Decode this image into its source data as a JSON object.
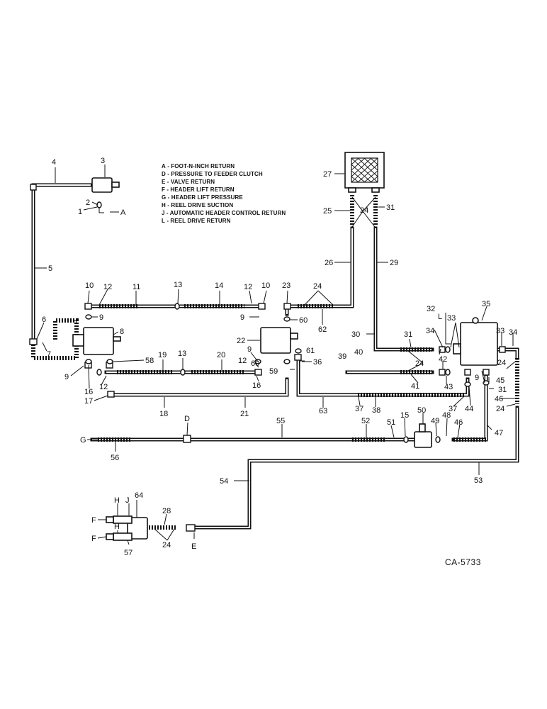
{
  "legend": [
    {
      "key": "A",
      "text": "FOOT-N-INCH RETURN"
    },
    {
      "key": "D",
      "text": "PRESSURE TO FEEDER CLUTCH"
    },
    {
      "key": "E",
      "text": "VALVE RETURN"
    },
    {
      "key": "F",
      "text": "HEADER LIFT RETURN"
    },
    {
      "key": "G",
      "text": "HEADER LIFT PRESSURE"
    },
    {
      "key": "H",
      "text": "REEL DRIVE SUCTION"
    },
    {
      "key": "J",
      "text": "AUTOMATIC HEADER CONTROL RETURN"
    },
    {
      "key": "L",
      "text": "REEL DRIVE RETURN"
    }
  ],
  "drawing_id": "CA-5733",
  "labels": {
    "n1": "1",
    "n2": "2",
    "n3": "3",
    "n4": "4",
    "n5": "5",
    "n6": "6",
    "n7": "7",
    "n8": "8",
    "n9": "9",
    "n10": "10",
    "n11": "11",
    "n12": "12",
    "n13": "13",
    "n14": "14",
    "n15": "15",
    "n16": "16",
    "n17": "17",
    "n18": "18",
    "n19": "19",
    "n20": "20",
    "n21": "21",
    "n22": "22",
    "n23": "23",
    "n24": "24",
    "n25": "25",
    "n26": "26",
    "n27": "27",
    "n28": "28",
    "n29": "29",
    "n30": "30",
    "n31": "31",
    "n32": "32",
    "n33": "33",
    "n34": "34",
    "n35": "35",
    "n36": "36",
    "n37": "37",
    "n38": "38",
    "n39": "39",
    "n40": "40",
    "n41": "41",
    "n42": "42",
    "n43": "43",
    "n44": "44",
    "n45": "45",
    "n46": "46",
    "n47": "47",
    "n48": "48",
    "n49": "49",
    "n50": "50",
    "n51": "51",
    "n52": "52",
    "n53": "53",
    "n54": "54",
    "n55": "55",
    "n56": "56",
    "n57": "57",
    "n58": "58",
    "n59": "59",
    "n60": "60",
    "n61": "61",
    "n62": "62",
    "n63": "63",
    "n64": "64",
    "lA": "A",
    "lD": "D",
    "lE": "E",
    "lF": "F",
    "lG": "G",
    "lH": "H",
    "lJ": "J",
    "lL": "L"
  }
}
